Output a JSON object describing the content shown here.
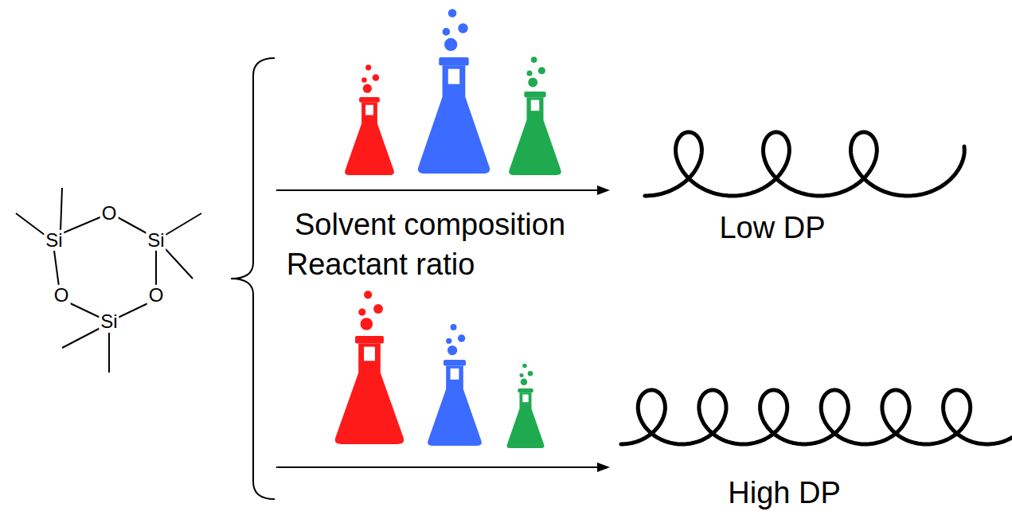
{
  "diagram": {
    "labels": [
      "O",
      "Si",
      "Si",
      "O",
      "O",
      "Si",
      "Solvent composition",
      "Reactant ratio",
      "Low DP",
      "High DP"
    ]
  }
}
